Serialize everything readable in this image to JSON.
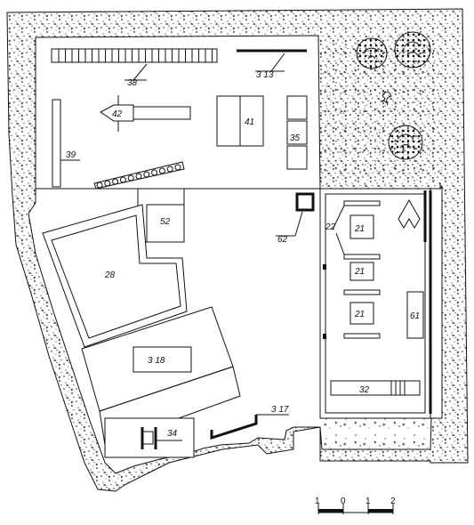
{
  "labels": {
    "l38": "38",
    "l313": "3 13",
    "l42": "42",
    "l41": "41",
    "l35": "35",
    "l39": "39",
    "l52": "52",
    "l28": "28",
    "l318": "3 18",
    "l34": "34",
    "l317": "3 17",
    "l62": "62",
    "l22": "22",
    "l21a": "21",
    "l21b": "21",
    "l21c": "21",
    "l61": "61",
    "l32": "32"
  },
  "scale_bar": {
    "ticks": [
      "1",
      "0",
      "1",
      "2"
    ]
  }
}
